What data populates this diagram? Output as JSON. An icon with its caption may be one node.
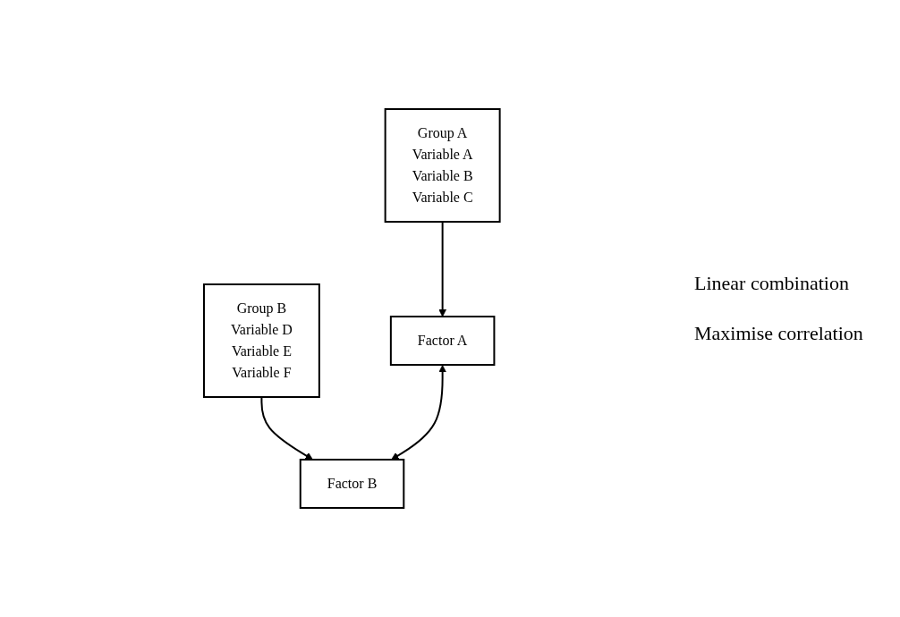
{
  "diagram": {
    "nodes": [
      {
        "text": [
          "Group A",
          "Variable A",
          "Variable B",
          "Variable C"
        ]
      },
      {
        "text": [
          "Group B",
          "Variable D",
          "Variable E",
          "Variable F"
        ]
      },
      {
        "text": [
          "Factor A"
        ]
      },
      {
        "text": [
          "Factor B"
        ]
      }
    ],
    "edges": [
      {
        "from": 0,
        "to": 2,
        "arrow": "to"
      },
      {
        "from": 1,
        "to": 3,
        "arrow": "to"
      },
      {
        "from": 2,
        "to": 3,
        "arrow": "both"
      }
    ],
    "labels": [
      "Linear combination",
      "Maximise correlation"
    ]
  }
}
